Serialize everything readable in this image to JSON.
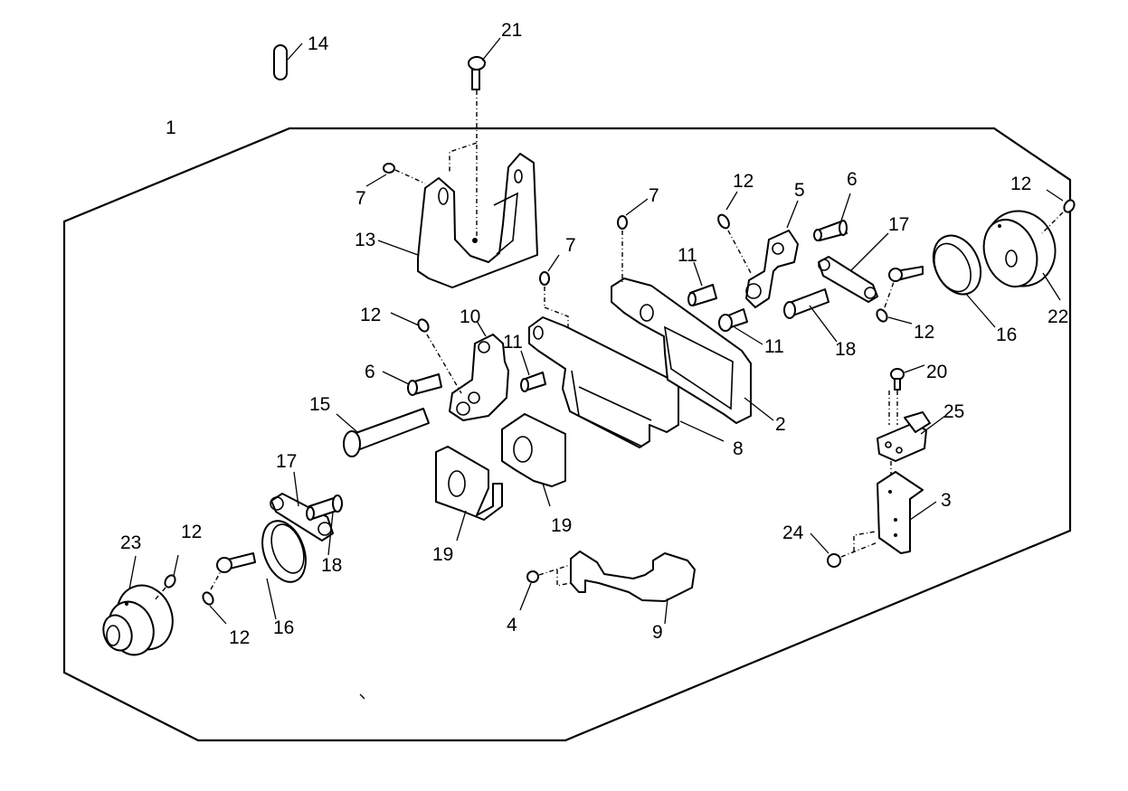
{
  "diagram": {
    "type": "exploded-parts-view",
    "background": "#ffffff",
    "ink": "#000000",
    "labels": [
      {
        "id": "l1",
        "text": "1"
      },
      {
        "id": "l2",
        "text": "2"
      },
      {
        "id": "l3",
        "text": "3"
      },
      {
        "id": "l4",
        "text": "4"
      },
      {
        "id": "l5",
        "text": "5"
      },
      {
        "id": "l6a",
        "text": "6"
      },
      {
        "id": "l6b",
        "text": "6"
      },
      {
        "id": "l7a",
        "text": "7"
      },
      {
        "id": "l7b",
        "text": "7"
      },
      {
        "id": "l7c",
        "text": "7"
      },
      {
        "id": "l8",
        "text": "8"
      },
      {
        "id": "l9",
        "text": "9"
      },
      {
        "id": "l10",
        "text": "10"
      },
      {
        "id": "l11a",
        "text": "11"
      },
      {
        "id": "l11b",
        "text": "11"
      },
      {
        "id": "l11c",
        "text": "11"
      },
      {
        "id": "l12a",
        "text": "12"
      },
      {
        "id": "l12b",
        "text": "12"
      },
      {
        "id": "l12c",
        "text": "12"
      },
      {
        "id": "l12d",
        "text": "12"
      },
      {
        "id": "l12e",
        "text": "12"
      },
      {
        "id": "l12f",
        "text": "12"
      },
      {
        "id": "l13",
        "text": "13"
      },
      {
        "id": "l14",
        "text": "14"
      },
      {
        "id": "l15",
        "text": "15"
      },
      {
        "id": "l16a",
        "text": "16"
      },
      {
        "id": "l16b",
        "text": "16"
      },
      {
        "id": "l17a",
        "text": "17"
      },
      {
        "id": "l17b",
        "text": "17"
      },
      {
        "id": "l18a",
        "text": "18"
      },
      {
        "id": "l18b",
        "text": "18"
      },
      {
        "id": "l19a",
        "text": "19"
      },
      {
        "id": "l19b",
        "text": "19"
      },
      {
        "id": "l20",
        "text": "20"
      },
      {
        "id": "l21",
        "text": "21"
      },
      {
        "id": "l22",
        "text": "22"
      },
      {
        "id": "l23",
        "text": "23"
      },
      {
        "id": "l24",
        "text": "24"
      },
      {
        "id": "l25",
        "text": "25"
      }
    ],
    "parts": [
      {
        "number": "1",
        "name": "assembly-frame"
      },
      {
        "number": "2",
        "name": "rear-bracket-frame"
      },
      {
        "number": "3",
        "name": "l-bracket"
      },
      {
        "number": "4",
        "name": "screw"
      },
      {
        "number": "5",
        "name": "crank-block"
      },
      {
        "number": "6",
        "name": "pin"
      },
      {
        "number": "7",
        "name": "set-screw"
      },
      {
        "number": "8",
        "name": "front-bracket-frame"
      },
      {
        "number": "9",
        "name": "guide-arm"
      },
      {
        "number": "10",
        "name": "crank-block"
      },
      {
        "number": "11",
        "name": "short-pin"
      },
      {
        "number": "12",
        "name": "set-screw"
      },
      {
        "number": "13",
        "name": "support-base"
      },
      {
        "number": "14",
        "name": "dowel-pin"
      },
      {
        "number": "15",
        "name": "shaft"
      },
      {
        "number": "16",
        "name": "eccentric-ring"
      },
      {
        "number": "17",
        "name": "connecting-link"
      },
      {
        "number": "18",
        "name": "pin"
      },
      {
        "number": "19",
        "name": "slide-block"
      },
      {
        "number": "20",
        "name": "screw"
      },
      {
        "number": "21",
        "name": "screw"
      },
      {
        "number": "22",
        "name": "eccentric-cam"
      },
      {
        "number": "23",
        "name": "eccentric-cam"
      },
      {
        "number": "24",
        "name": "screw"
      },
      {
        "number": "25",
        "name": "clamp-block"
      }
    ]
  }
}
